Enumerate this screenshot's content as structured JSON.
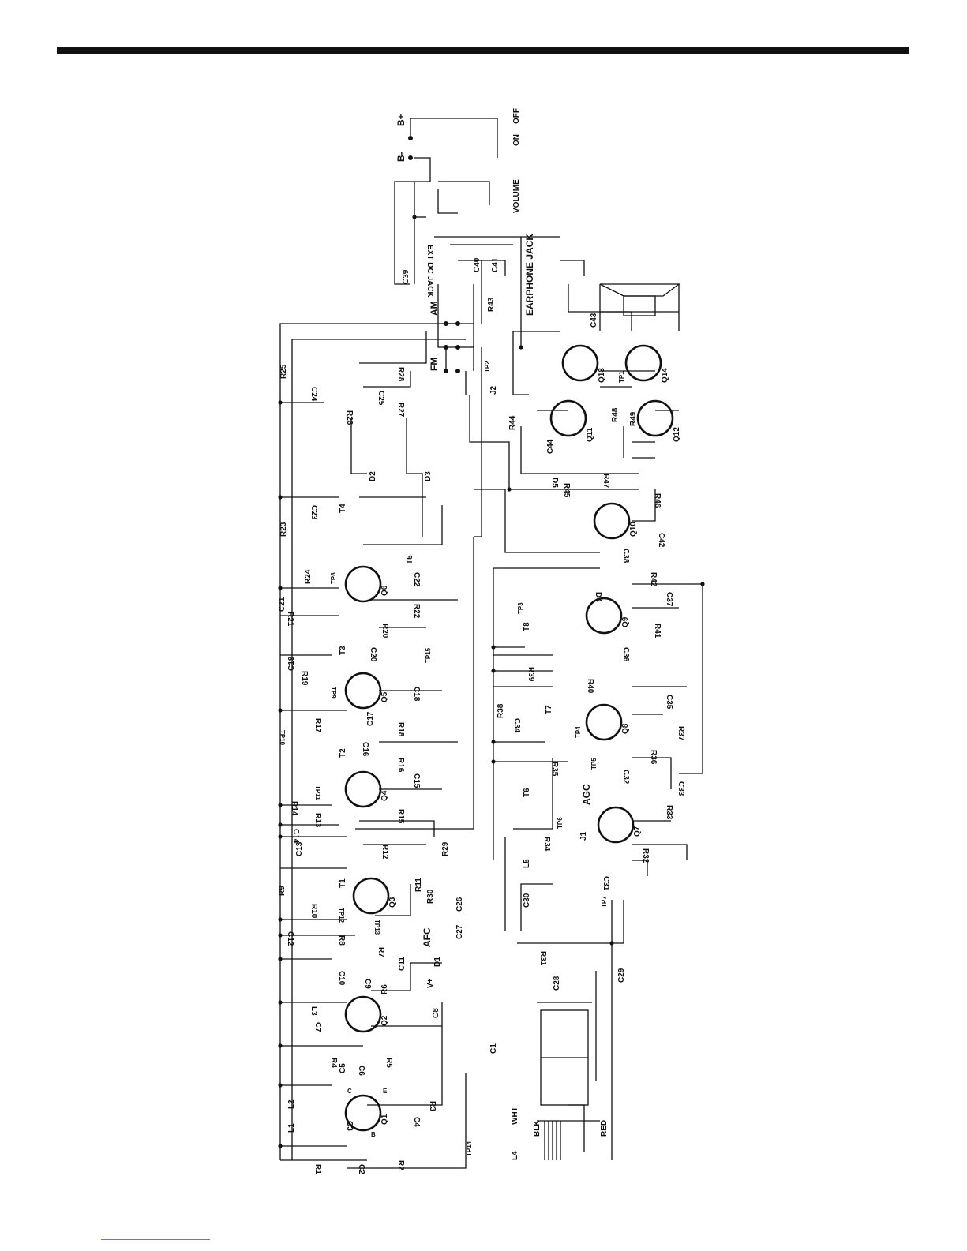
{
  "labels": {
    "power": [
      "B+",
      "B-",
      "ON",
      "OFF",
      "VOLUME",
      "EARPHONE JACK",
      "EXT DC JACK",
      "AM",
      "FM",
      "AFC",
      "AGC",
      "V+"
    ],
    "wires": [
      "WHT",
      "BLK",
      "RED"
    ],
    "transistors": [
      "Q1",
      "Q2",
      "Q3",
      "Q4",
      "Q5",
      "Q6",
      "Q7",
      "Q8",
      "Q9",
      "Q10",
      "Q11",
      "Q12",
      "Q13",
      "Q14"
    ],
    "resistors": [
      "R1",
      "R2",
      "R3",
      "R4",
      "R5",
      "R6",
      "R7",
      "R8",
      "R9",
      "R10",
      "R11",
      "R12",
      "R13",
      "R14",
      "R15",
      "R16",
      "R17",
      "R18",
      "R19",
      "R20",
      "R21",
      "R22",
      "R23",
      "R24",
      "R25",
      "R26",
      "R27",
      "R28",
      "R29",
      "R30",
      "R31",
      "R32",
      "R33",
      "R34",
      "R35",
      "R36",
      "R37",
      "R38",
      "R39",
      "R40",
      "R41",
      "R42",
      "R43",
      "R44",
      "R45",
      "R46",
      "R47",
      "R48",
      "R49"
    ],
    "capacitors": [
      "C1",
      "C2",
      "C3",
      "C4",
      "C5",
      "C6",
      "C7",
      "C8",
      "C9",
      "C10",
      "C11",
      "C12",
      "C13",
      "C14",
      "C15",
      "C16",
      "C17",
      "C18",
      "C19",
      "C20",
      "C21",
      "C22",
      "C23",
      "C24",
      "C25",
      "C26",
      "C27",
      "C28",
      "C29",
      "C30",
      "C31",
      "C32",
      "C33",
      "C34",
      "C35",
      "C36",
      "C37",
      "C38",
      "C39",
      "C40",
      "C41",
      "C42",
      "C43",
      "C44"
    ],
    "inductors": [
      "L1",
      "L2",
      "L3",
      "L4",
      "L5"
    ],
    "transformers": [
      "T1",
      "T2",
      "T3",
      "T4",
      "T5",
      "T6",
      "T7",
      "T8"
    ],
    "diodes": [
      "D1",
      "D2",
      "D3",
      "D4",
      "D5"
    ],
    "test_points": [
      "TP1",
      "TP2",
      "TP3",
      "TP4",
      "TP5",
      "TP6",
      "TP7",
      "TP8",
      "TP9",
      "TP10",
      "TP11",
      "TP12",
      "TP13",
      "TP14",
      "TP15"
    ],
    "jumpers": [
      "J1",
      "J2"
    ],
    "pins": [
      "B",
      "C",
      "E"
    ]
  }
}
